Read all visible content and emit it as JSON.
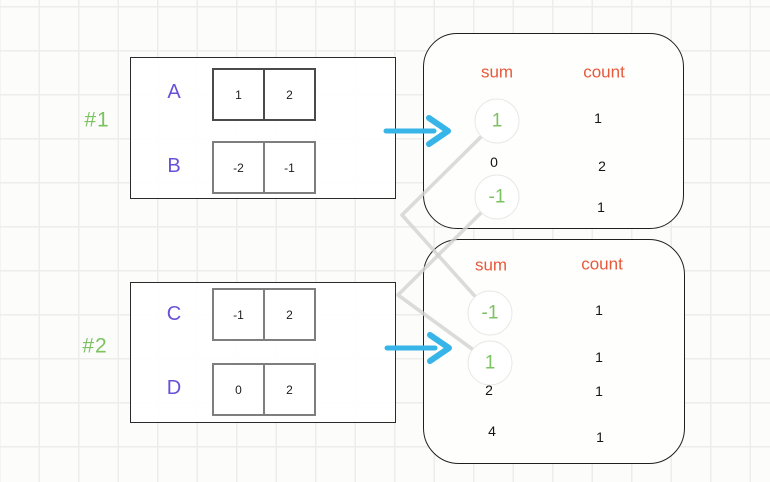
{
  "colors": {
    "green": "#7cc261",
    "purple": "#6a50d8",
    "orange": "#e8593c",
    "cyan": "#38b5e8",
    "connector_gray": "#d2d2d0"
  },
  "examples": [
    {
      "label": "#1",
      "arrays": [
        {
          "name": "A",
          "cells": [
            "1",
            "2"
          ]
        },
        {
          "name": "B",
          "cells": [
            "-2",
            "-1"
          ]
        }
      ],
      "result": {
        "sum_header": "sum",
        "count_header": "count",
        "rows": [
          {
            "sum": "1",
            "count": "1",
            "highlighted": true
          },
          {
            "sum": "0",
            "count": "2",
            "highlighted": false
          },
          {
            "sum": "-1",
            "count": "1",
            "highlighted": true
          }
        ]
      }
    },
    {
      "label": "#2",
      "arrays": [
        {
          "name": "C",
          "cells": [
            "-1",
            "2"
          ]
        },
        {
          "name": "D",
          "cells": [
            "0",
            "2"
          ]
        }
      ],
      "result": {
        "sum_header": "sum",
        "count_header": "count",
        "rows": [
          {
            "sum": "-1",
            "count": "1",
            "highlighted": true
          },
          {
            "sum": "1",
            "count": "1",
            "highlighted": true
          },
          {
            "sum": "2",
            "count": "1",
            "highlighted": false
          },
          {
            "sum": "4",
            "count": "1",
            "highlighted": false
          }
        ]
      }
    }
  ],
  "connections": [
    {
      "from": "example #1 sum 1",
      "to": "example #2 sum -1"
    },
    {
      "from": "example #1 sum -1",
      "to": "example #2 sum 1"
    }
  ]
}
